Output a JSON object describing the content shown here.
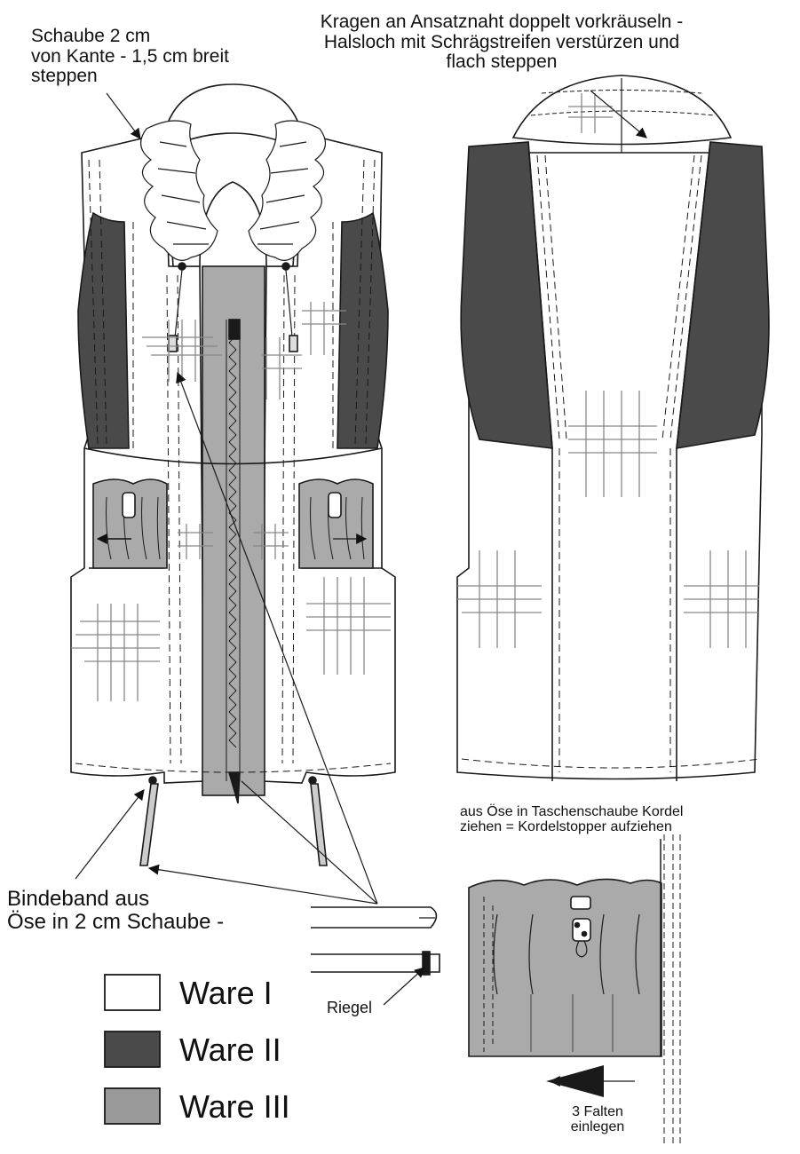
{
  "annotations": {
    "seam_allowance": [
      "Schaube 2 cm",
      "von Kante - 1,5 cm breit",
      "steppen"
    ],
    "collar": [
      "Kragen an Ansatznaht doppelt vorkräuseln -",
      "Halsloch mit Schrägstreifen verstürzen und",
      "flach steppen"
    ],
    "drawcord": [
      "aus Öse in Taschenschaube Kordel",
      "ziehen = Kordelstopper aufziehen"
    ],
    "tie_band": [
      "Bindeband aus",
      "Öse in 2 cm Schaube -"
    ],
    "bartack": "Riegel",
    "pleats": [
      "3 Falten",
      "einlegen"
    ]
  },
  "legend": [
    {
      "label": "Ware I",
      "color": "#ffffff"
    },
    {
      "label": "Ware II",
      "color": "#4a4a4a"
    },
    {
      "label": "Ware III",
      "color": "#9a9a9a"
    }
  ],
  "colors": {
    "outline": "#1a1a1a",
    "ware1": "#ffffff",
    "ware2": "#4a4a4a",
    "ware3": "#aaaaaa",
    "hatch": "#888888"
  }
}
